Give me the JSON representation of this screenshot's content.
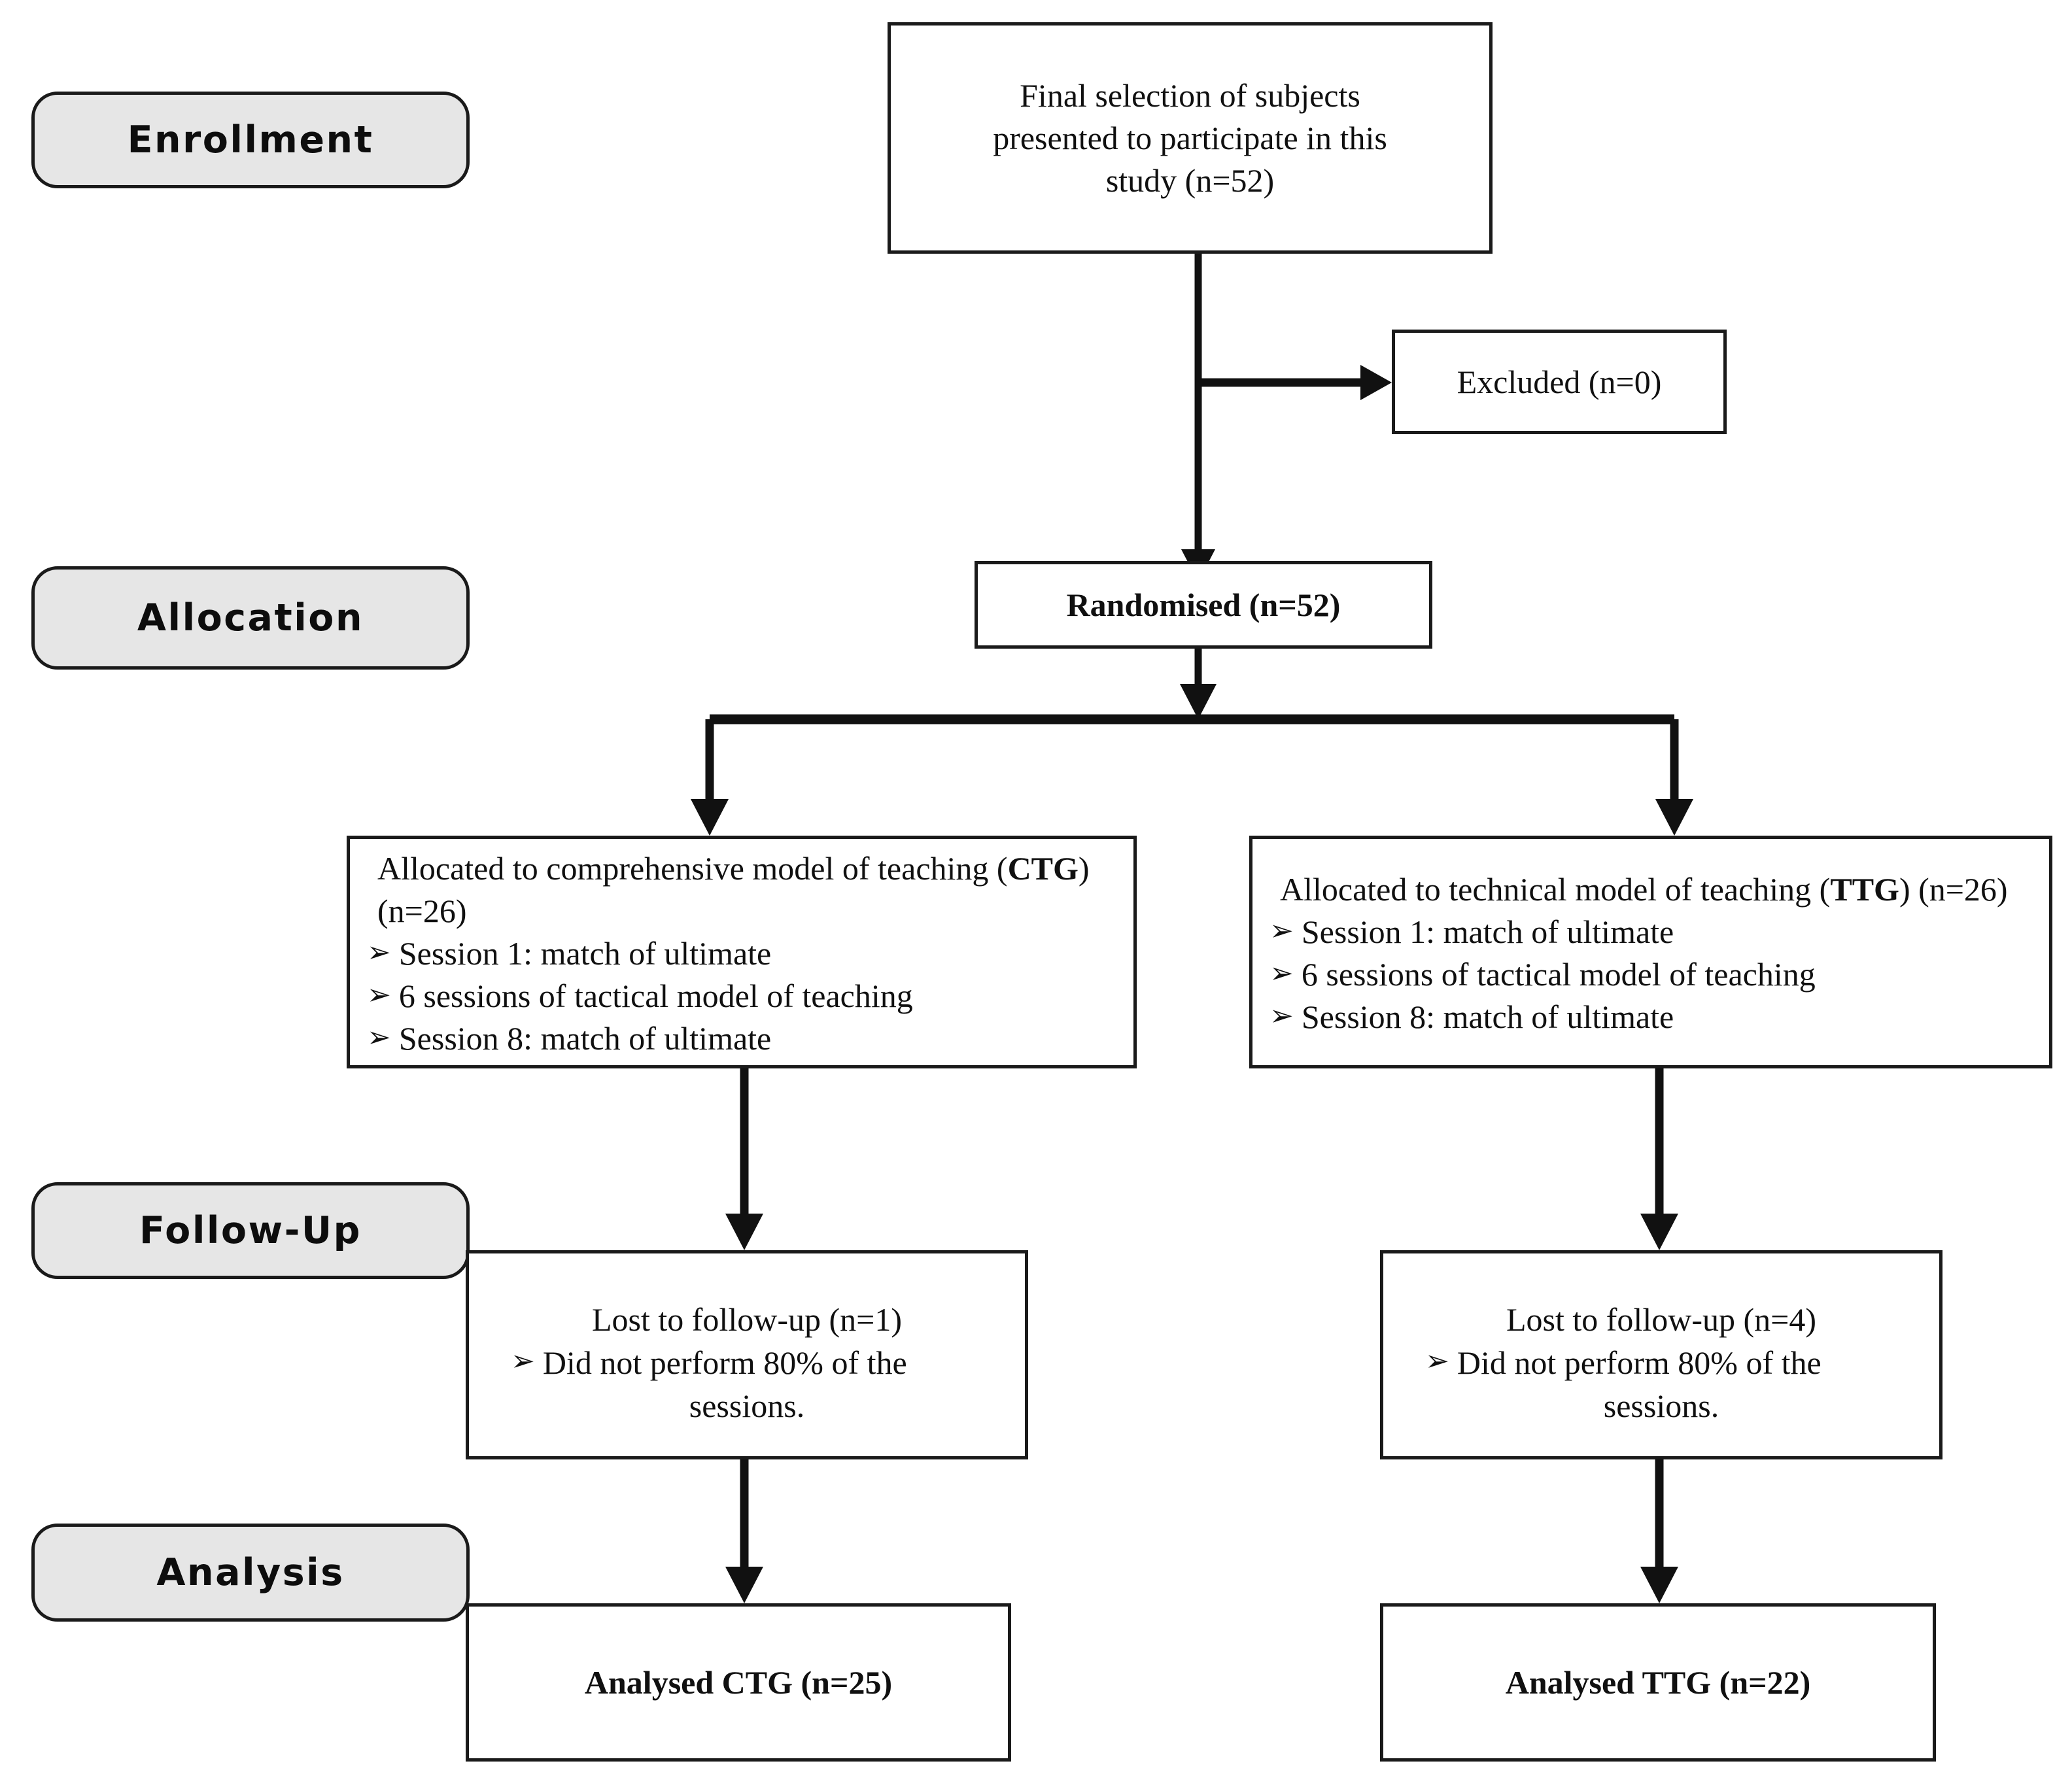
{
  "diagram": {
    "type": "consort-flow-diagram",
    "title": "CONSORT participant flow",
    "colors": {
      "stage_fill": "#e6e6e6",
      "box_fill": "#ffffff",
      "stroke": "#1a1a1a",
      "text": "#101010"
    }
  },
  "stages": [
    {
      "id": "enrollment",
      "label": "Enrollment"
    },
    {
      "id": "allocation",
      "label": "Allocation"
    },
    {
      "id": "follow_up",
      "label": "Follow-Up"
    },
    {
      "id": "analysis",
      "label": "Analysis"
    }
  ],
  "boxes": {
    "enrollment_top": {
      "lines": [
        "Final selection of subjects",
        "presented to participate in this",
        "study (n=52)"
      ],
      "text": "Final selection of subjects presented to participate in this study (n=52)",
      "n": 52
    },
    "excluded": {
      "text": "Excluded (n=0)",
      "n": 0
    },
    "randomised": {
      "text": "Randomised (n=52)",
      "n": 52
    },
    "allocation_left": {
      "lead_prefix": "Allocated to comprehensive model of teaching (",
      "lead_bold": "CTG",
      "lead_suffix": ") (n=26)",
      "group_code": "CTG",
      "n": 26,
      "bullets": [
        "Session 1: match of ultimate",
        "6 sessions of tactical model of teaching",
        "Session 8: match of ultimate"
      ]
    },
    "allocation_right": {
      "lead_prefix": "Allocated to technical model of teaching (",
      "lead_bold": "TTG",
      "lead_suffix": ") (n=26)",
      "group_code": "TTG",
      "n": 26,
      "bullets": [
        "Session 1: match of ultimate",
        "6 sessions of tactical model of teaching",
        "Session 8: match of ultimate"
      ]
    },
    "followup_left": {
      "headline": "Lost to follow-up (n=1)",
      "n": 1,
      "bullet": "Did not perform 80% of the",
      "bullet_tail": "sessions."
    },
    "followup_right": {
      "headline": "Lost to follow-up (n=4)",
      "n": 4,
      "bullet": "Did not perform 80% of the",
      "bullet_tail": "sessions."
    },
    "analysis_left": {
      "text": "Analysed CTG (n=25)",
      "group_code": "CTG",
      "n": 25
    },
    "analysis_right": {
      "text": "Analysed TTG (n=22)",
      "group_code": "TTG",
      "n": 22
    }
  },
  "glyphs": {
    "arrow_bullet": "➢"
  }
}
